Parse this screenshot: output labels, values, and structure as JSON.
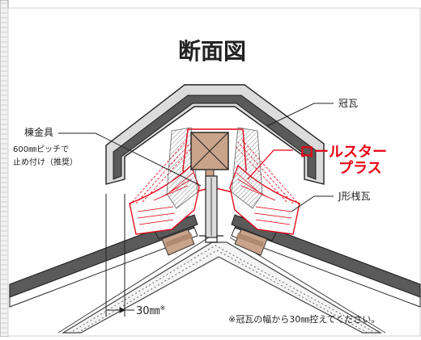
{
  "diagram": {
    "title": "断面図",
    "labels": {
      "kanmuri": "冠瓦",
      "roll_star_line1": "ロールスター",
      "roll_star_line2": "プラス",
      "j_sangawara": "J形桟瓦",
      "munekanagu_line1": "棟金具",
      "munekanagu_line2": "600㎜ピッチで",
      "munekanagu_line3": "止め付け（推奨）",
      "dimension": "30㎜",
      "dimension_mark": "※",
      "footnote": "※冠瓦の幅から30㎜控えてください。"
    },
    "colors": {
      "tile_dark": "#5a5a5a",
      "tile_light": "#dcdcdc",
      "accent_red": "#e60012",
      "wood": "#c9a38a",
      "wood_dark": "#b08a70",
      "bracket": "#9a9a9a",
      "line": "#222222",
      "ruler": "#999999"
    }
  }
}
